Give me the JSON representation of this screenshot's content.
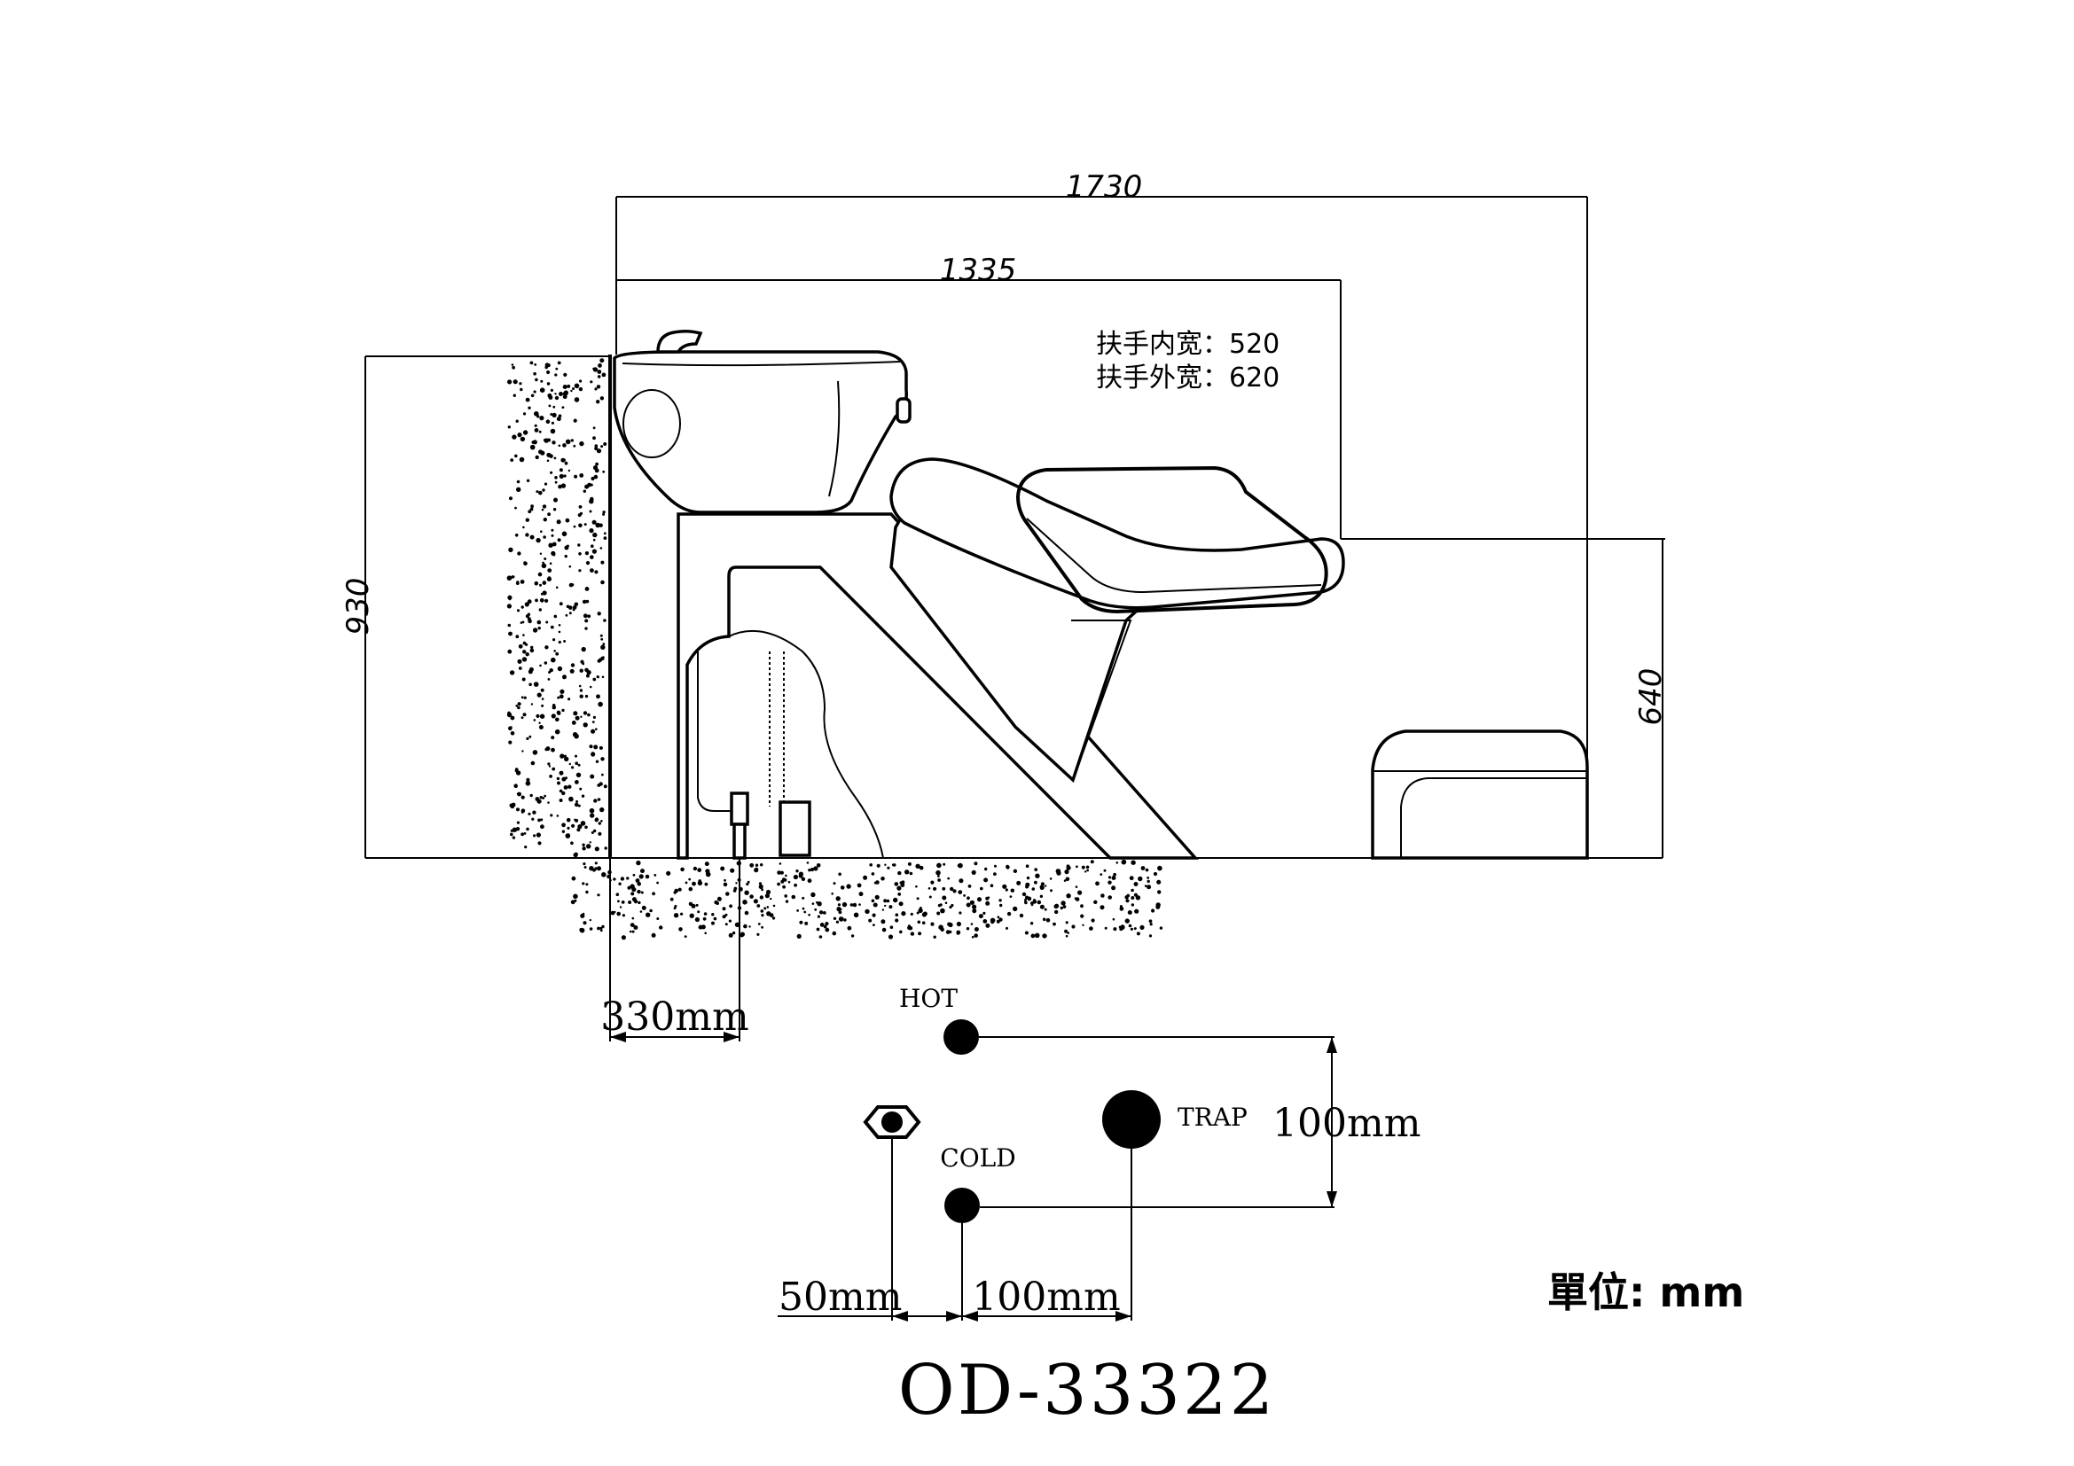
{
  "dimensions": {
    "total_length": "1730",
    "basin_chair_length": "1335",
    "height": "930",
    "seat_height": "640",
    "wall_offset": "330mm",
    "hot_cold_spacing": "100mm",
    "offset_left": "50mm",
    "offset_right": "100mm"
  },
  "notes": {
    "armrest_inner": "扶手内宽：520",
    "armrest_outer": "扶手外宽：620"
  },
  "labels": {
    "hot": "HOT",
    "cold": "COLD",
    "trap": "TRAP"
  },
  "unit": "單位: mm",
  "model": "OD-33322"
}
